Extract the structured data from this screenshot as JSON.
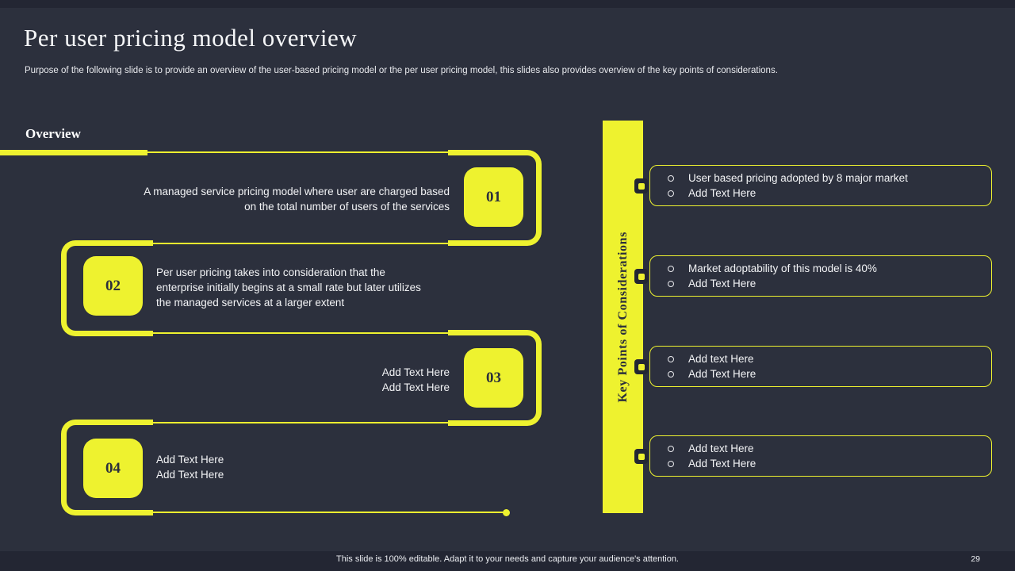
{
  "slide": {
    "title": "Per user pricing model overview",
    "subtitle": "Purpose of the following slide is to provide an overview of the user-based pricing model or the per user pricing model, this slides also provides overview of the key points of considerations.",
    "section_label": "Overview",
    "footer": "This slide is 100% editable. Adapt it to your needs and capture your audience's attention.",
    "page_number": "29"
  },
  "colors": {
    "background": "#2c303d",
    "band": "#232633",
    "accent_yellow": "#eef22f",
    "dark_text": "#2b2f3c",
    "light_text": "#f3f4f6"
  },
  "overview_items": [
    {
      "number": "01",
      "align": "right",
      "lines": [
        "A managed service pricing model where user are charged based",
        "on the total number of users of the services"
      ]
    },
    {
      "number": "02",
      "align": "left",
      "lines": [
        "Per user pricing takes into consideration that the",
        "enterprise initially begins at a small rate but later utilizes",
        "the managed services at a larger extent"
      ]
    },
    {
      "number": "03",
      "align": "right",
      "lines": [
        "Add Text Here",
        "Add Text Here"
      ]
    },
    {
      "number": "04",
      "align": "left",
      "lines": [
        "Add Text Here",
        "Add Text Here"
      ]
    }
  ],
  "key_points": {
    "bar_label": "Key Points of Considerations",
    "boxes": [
      {
        "bullets": [
          "User based pricing adopted by 8 major market",
          "Add Text Here"
        ]
      },
      {
        "bullets": [
          "Market adoptability of this model is 40%",
          "Add Text Here"
        ]
      },
      {
        "bullets": [
          "Add text Here",
          "Add Text Here"
        ]
      },
      {
        "bullets": [
          "Add text Here",
          "Add Text Here"
        ]
      }
    ]
  }
}
